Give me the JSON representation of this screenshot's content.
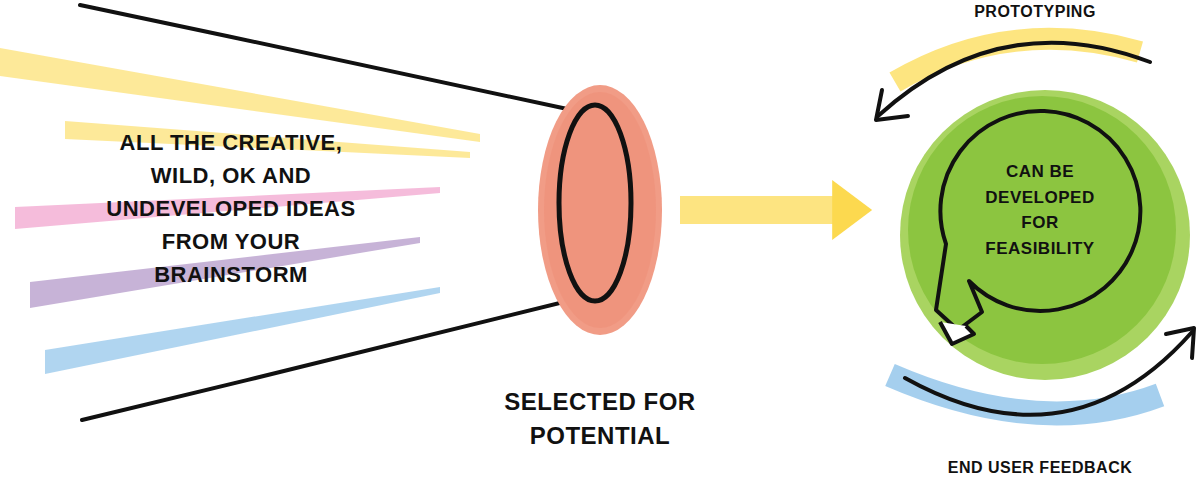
{
  "diagram": {
    "nodes": [
      {
        "text": [
          "SELECTED FOR POTENTIAL"
        ]
      },
      {
        "text": [
          "CAN BE DEVELOPED FOR FEASIBILITY"
        ]
      }
    ],
    "edges": [
      {
        "from": 0,
        "to": 1,
        "arrow": "to"
      }
    ],
    "labels": [
      "ALL THE CREATIVE, WILD, OK AND UNDEVELOPED IDEAS FROM YOUR BRAINSTORM",
      "PROTOTYPING",
      "END USER FEEDBACK"
    ]
  }
}
